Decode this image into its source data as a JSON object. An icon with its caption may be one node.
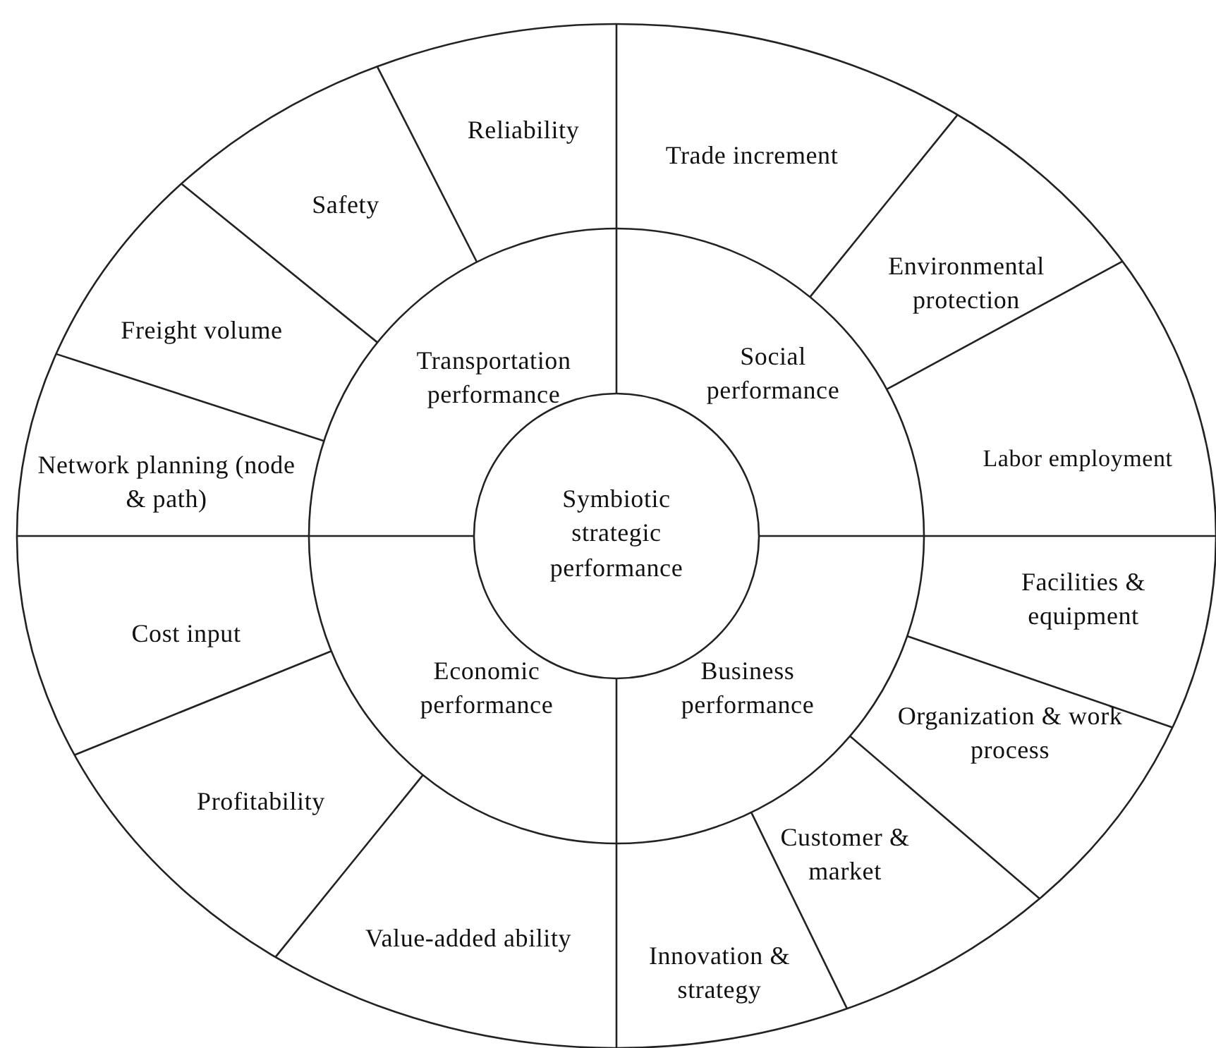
{
  "diagram": {
    "nodes": [
      {
        "text": [
          "Symbiotic strategic performance"
        ]
      },
      {
        "text": [
          "Transportation performance"
        ]
      },
      {
        "text": [
          "Social performance"
        ]
      },
      {
        "text": [
          "Economic performance"
        ]
      },
      {
        "text": [
          "Business performance"
        ]
      },
      {
        "text": [
          "Reliability"
        ]
      },
      {
        "text": [
          "Safety"
        ]
      },
      {
        "text": [
          "Freight volume"
        ]
      },
      {
        "text": [
          "Network planning (node & path)"
        ]
      },
      {
        "text": [
          "Trade increment"
        ]
      },
      {
        "text": [
          "Environmental protection"
        ]
      },
      {
        "text": [
          "Labor employment"
        ]
      },
      {
        "text": [
          "Facilities & equipment"
        ]
      },
      {
        "text": [
          "Organization & work process"
        ]
      },
      {
        "text": [
          "Customer & market"
        ]
      },
      {
        "text": [
          "Innovation & strategy"
        ]
      },
      {
        "text": [
          "Cost input"
        ]
      },
      {
        "text": [
          "Profitability"
        ]
      },
      {
        "text": [
          "Value-added ability"
        ]
      }
    ]
  }
}
